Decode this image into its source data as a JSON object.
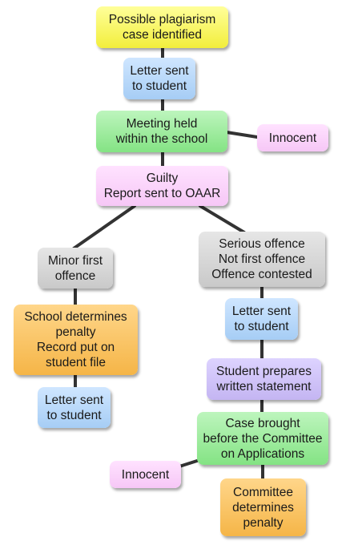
{
  "nodes": {
    "case_identified": "Possible plagiarism\ncase identified",
    "letter_sent_1": "Letter sent\nto student",
    "meeting_held": "Meeting held\nwithin the school",
    "innocent_1": "Innocent",
    "guilty": "Guilty\nReport sent to OAAR",
    "minor_offence": "Minor first\noffence",
    "serious_offence": "Serious offence\nNot first offence\nOffence contested",
    "school_penalty": "School determines\npenalty\nRecord put on\nstudent file",
    "letter_sent_2": "Letter sent\nto student",
    "letter_sent_3": "Letter sent\nto student",
    "written_statement": "Student prepares\nwritten statement",
    "committee_case": "Case brought\nbefore the Committee\non Applications",
    "innocent_2": "Innocent",
    "committee_penalty": "Committee\ndetermines\npenalty"
  },
  "colors": {
    "start": "#f5f14a",
    "letter": "#b3d6fa",
    "meeting": "#98ea98",
    "innocent_guilty": "#f9ccf9",
    "offence_type": "#d5d5d5",
    "penalty": "#f7c05c",
    "statement": "#cbbdf7",
    "connector": "#333333"
  }
}
